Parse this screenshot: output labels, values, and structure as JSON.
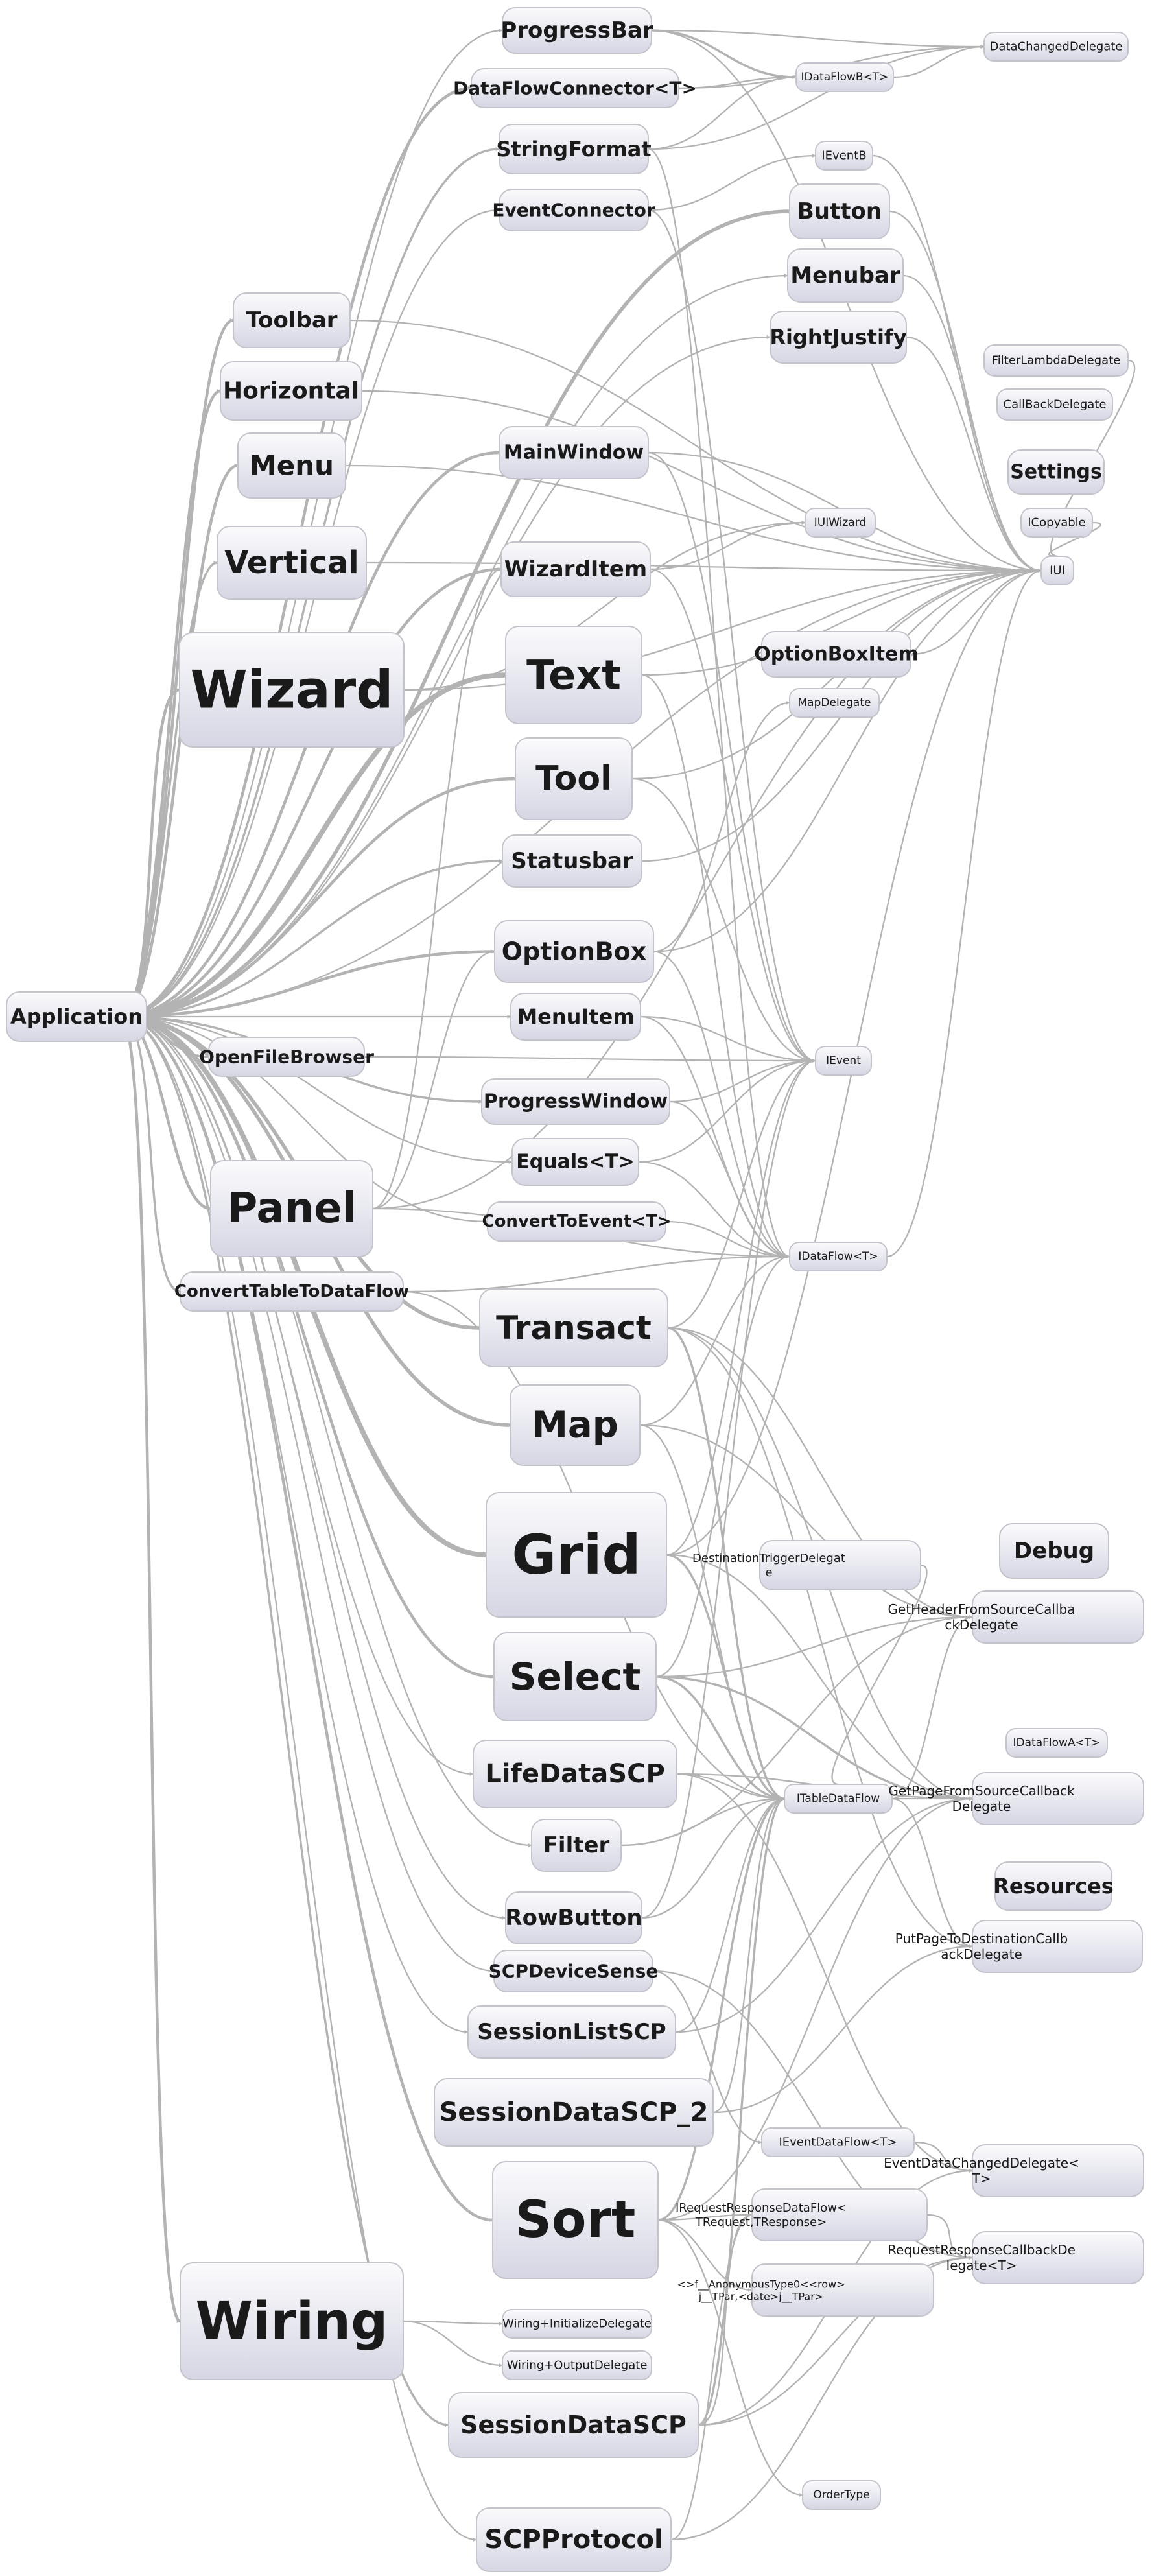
{
  "diagram": {
    "nodes": [
      {
        "id": "ProgressBar",
        "label": "ProgressBar"
      },
      {
        "id": "DataChangedDelegate",
        "label": "DataChangedDelegate"
      },
      {
        "id": "DataFlowConnector",
        "label": "DataFlowConnector<T>"
      },
      {
        "id": "IDataFlowB",
        "label": "IDataFlowB<T>"
      },
      {
        "id": "StringFormat",
        "label": "StringFormat"
      },
      {
        "id": "IEventB",
        "label": "IEventB"
      },
      {
        "id": "EventConnector",
        "label": "EventConnector"
      },
      {
        "id": "Button",
        "label": "Button"
      },
      {
        "id": "Menubar",
        "label": "Menubar"
      },
      {
        "id": "Toolbar",
        "label": "Toolbar"
      },
      {
        "id": "RightJustify",
        "label": "RightJustify"
      },
      {
        "id": "FilterLambdaDelegate",
        "label": "FilterLambdaDelegate"
      },
      {
        "id": "Horizontal",
        "label": "Horizontal"
      },
      {
        "id": "CallBackDelegate",
        "label": "CallBackDelegate"
      },
      {
        "id": "Menu",
        "label": "Menu"
      },
      {
        "id": "MainWindow",
        "label": "MainWindow"
      },
      {
        "id": "Settings",
        "label": "Settings"
      },
      {
        "id": "IUIWizard",
        "label": "IUIWizard"
      },
      {
        "id": "ICopyable",
        "label": "ICopyable"
      },
      {
        "id": "Vertical",
        "label": "Vertical"
      },
      {
        "id": "WizardItem",
        "label": "WizardItem"
      },
      {
        "id": "IUI",
        "label": "IUI"
      },
      {
        "id": "OptionBoxItem",
        "label": "OptionBoxItem"
      },
      {
        "id": "Wizard",
        "label": "Wizard"
      },
      {
        "id": "Text",
        "label": "Text"
      },
      {
        "id": "MapDelegate",
        "label": "MapDelegate"
      },
      {
        "id": "Tool",
        "label": "Tool"
      },
      {
        "id": "Statusbar",
        "label": "Statusbar"
      },
      {
        "id": "OptionBox",
        "label": "OptionBox"
      },
      {
        "id": "Application",
        "label": "Application"
      },
      {
        "id": "MenuItem",
        "label": "MenuItem"
      },
      {
        "id": "OpenFileBrowser",
        "label": "OpenFileBrowser"
      },
      {
        "id": "IEvent",
        "label": "IEvent"
      },
      {
        "id": "ProgressWindow",
        "label": "ProgressWindow"
      },
      {
        "id": "EqualsT",
        "label": "Equals<T>"
      },
      {
        "id": "Panel",
        "label": "Panel"
      },
      {
        "id": "ConvertToEvent",
        "label": "ConvertToEvent<T>"
      },
      {
        "id": "IDataFlow",
        "label": "IDataFlow<T>"
      },
      {
        "id": "ConvertTableToDataFlow",
        "label": "ConvertTableToDataFlow"
      },
      {
        "id": "Transact",
        "label": "Transact"
      },
      {
        "id": "Map",
        "label": "Map"
      },
      {
        "id": "Grid",
        "label": "Grid"
      },
      {
        "id": "Debug",
        "label": "Debug"
      },
      {
        "id": "DestinationTriggerDelegate",
        "label": "DestinationTriggerDelegat e"
      },
      {
        "id": "GetHeaderFromSourceCallbackDelegate",
        "label": "GetHeaderFromSourceCallba ckDelegate"
      },
      {
        "id": "Select",
        "label": "Select"
      },
      {
        "id": "IDataFlowA",
        "label": "IDataFlowA<T>"
      },
      {
        "id": "LifeDataSCP",
        "label": "LifeDataSCP"
      },
      {
        "id": "ITableDataFlow",
        "label": "ITableDataFlow"
      },
      {
        "id": "GetPageFromSourceCallbackDelegate",
        "label": "GetPageFromSourceCallback Delegate"
      },
      {
        "id": "Filter",
        "label": "Filter"
      },
      {
        "id": "Resources",
        "label": "Resources"
      },
      {
        "id": "RowButton",
        "label": "RowButton"
      },
      {
        "id": "SCPDeviceSense",
        "label": "SCPDeviceSense"
      },
      {
        "id": "PutPageToDestinationCallbackDelegate",
        "label": "PutPageToDestinationCallb ackDelegate"
      },
      {
        "id": "SessionListSCP",
        "label": "SessionListSCP"
      },
      {
        "id": "SessionDataSCP_2",
        "label": "SessionDataSCP_2"
      },
      {
        "id": "IEventDataFlow",
        "label": "IEventDataFlow<T>"
      },
      {
        "id": "EventDataChangedDelegate",
        "label": "EventDataChangedDelegate< T>"
      },
      {
        "id": "Sort",
        "label": "Sort"
      },
      {
        "id": "IRequestResponseDataFlow",
        "label": "IRequestResponseDataFlow< TRequest,TResponse>"
      },
      {
        "id": "RequestResponseCallbackDelegate",
        "label": "RequestResponseCallbackDe legate<T>"
      },
      {
        "id": "AnonymousType",
        "label": "<>f__AnonymousType0<<row> j__TPar,<date>j__TPar>"
      },
      {
        "id": "Wiring",
        "label": "Wiring"
      },
      {
        "id": "WiringInitializeDelegate",
        "label": "Wiring+InitializeDelegate"
      },
      {
        "id": "WiringOutputDelegate",
        "label": "Wiring+OutputDelegate"
      },
      {
        "id": "SessionDataSCP",
        "label": "SessionDataSCP"
      },
      {
        "id": "OrderType",
        "label": "OrderType"
      },
      {
        "id": "SCPProtocol",
        "label": "SCPProtocol"
      }
    ]
  }
}
